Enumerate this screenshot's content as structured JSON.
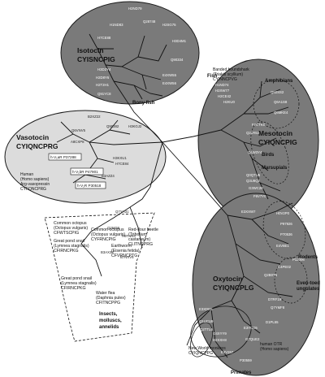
{
  "clades": {
    "isotocin": {
      "name": "Isotocin",
      "motif": "CYISNCPIG",
      "group": "Bony fish"
    },
    "mesotocin": {
      "name": "Mesotocin",
      "motif": "CYIQNCPIG",
      "fish": "Fish",
      "banded": "Banded houndshark",
      "banded_sp": "(Triakis scyllium)",
      "banded_motif": "CYINNCPVG",
      "amphibians": "Amphibians",
      "birds": "Birds",
      "marsupials": "Marsupials"
    },
    "vasotocin": {
      "name": "Vasotocin",
      "motif": "CYIQNCPRG",
      "human1": "Human",
      "human2": "(Homo sapiens)",
      "human3": "Arg-vasopressin",
      "human4": "CYFQNCPRG",
      "box1": "h-V₁aR P37288",
      "box2": "h-V₁bR P47901",
      "box3": "h-V₂R P30518"
    },
    "oxytocin": {
      "name": "Oxytocin",
      "motif": "CYIQNCPLG",
      "rodents": "Rodents",
      "ungulates1": "Even-toed",
      "ungulates2": "ungulates",
      "primates": "Primates",
      "nwm1": "New World monkeys",
      "nwm2": "CYIQNCPPG",
      "otr1": "human OTR",
      "otr2": "(Homo sapiens)"
    },
    "invertebrates": {
      "label1": "Insects,",
      "label2": "molluscs,",
      "label3": "annelids",
      "octopus": [
        "Common octopus",
        "(Octopus vulgaris)",
        "CFWTSCPIG"
      ],
      "octopus2": [
        "Common octopus",
        "(Octopus vulgaris)",
        "CYFRNCPIG"
      ],
      "snail1": [
        "Great pond snail",
        "(Lymnea stagnalis)",
        "CFIRNCPKG"
      ],
      "snail2": [
        "Great pond snail",
        "(Lymnea stagnalis)",
        "CFIRNCPKG"
      ],
      "beetle": [
        "Red-flour beetle",
        "(Tribolium",
        "castaneum)",
        "CLITNCPRG"
      ],
      "worm": [
        "Earthworm",
        "(Eisenia fetida)",
        "CFVRNCPTG"
      ],
      "flea": [
        "Water flea",
        "(Daphnia pulex)",
        "CFITNCPPG"
      ]
    }
  },
  "leaves": {
    "iso": [
      "H2ND79",
      "Q28748",
      "H2SG75",
      "H7CE88",
      "H1ND83",
      "H3D4M1",
      "Q90334",
      "H3D2Y4",
      "H2D8Y6",
      "H2T2H1",
      "Q91YC8",
      "E4XW55",
      "E4XW56"
    ],
    "meso": [
      "H1ND74",
      "H2XW77",
      "H2CE42",
      "H2KU0",
      "Q92SS2",
      "Q6A1S8",
      "Q6MKE4",
      "F7CTK8",
      "Q2LR53",
      "Q4W3Y4",
      "Q0QTU5",
      "Q3U9Q2",
      "G3WC28",
      "F6V7Y0"
    ],
    "vaso": [
      "B2XZ22",
      "Q90382",
      "H3KGJ2",
      "Q6VNV5",
      "A8CXP8",
      "H3KXU1",
      "H7CE84",
      "B3AZZ4",
      "Q7YH31",
      "Q26456",
      "B3AX38",
      "H9TNN4",
      "B7NXV5"
    ],
    "oxy": [
      "E3XXW7",
      "H0V2P0",
      "P97926",
      "P70536",
      "E4V8E1",
      "P32306",
      "C4PE02",
      "Q2B0T6",
      "D7RF19",
      "Q7YMF8",
      "E3XDE6",
      "Q1UCU9",
      "Q2TTL6",
      "G4XYY9",
      "H2XXH8",
      "E4V267",
      "P30559",
      "G7QUE2",
      "E3YCD5",
      "D1PL55"
    ]
  }
}
